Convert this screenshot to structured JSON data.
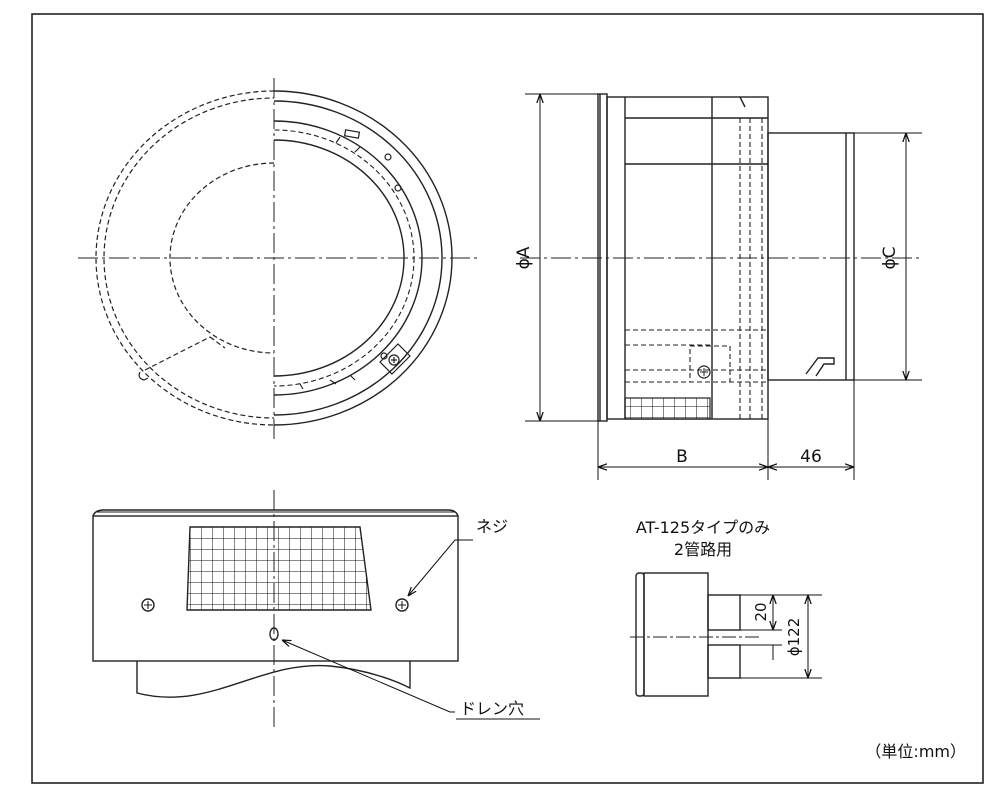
{
  "labels": {
    "dim_a": "ϕA",
    "dim_b": "B",
    "dim_c": "ϕC",
    "dim_46": "46",
    "screw": "ネジ",
    "drain_hole": "ドレン穴",
    "type_note_line1": "AT-125タイプのみ",
    "type_note_line2": "2管路用",
    "dim_20": "20",
    "dim_122": "ϕ122",
    "unit": "（単位:mm）"
  }
}
